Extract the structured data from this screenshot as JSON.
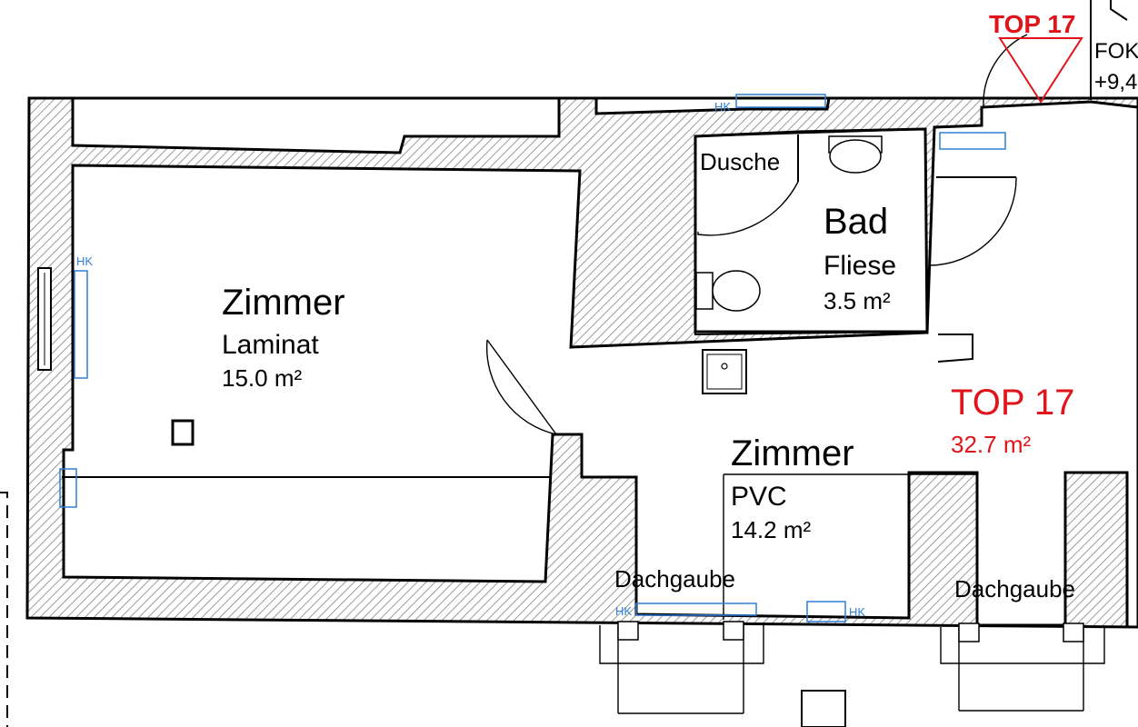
{
  "rooms": [
    {
      "name": "Zimmer",
      "floor": "Laminat",
      "area": "15.0 m²"
    },
    {
      "name": "Zimmer",
      "floor": "PVC",
      "area": "14.2 m²"
    },
    {
      "name": "Bad",
      "floor": "Fliese",
      "area": "3.5 m²"
    }
  ],
  "fixtures": {
    "shower": "Dusche",
    "dormer_1": "Dachgaube",
    "dormer_2": "Dachgaube",
    "radiator": "HK"
  },
  "unit": {
    "label": "TOP 17",
    "area": "32.7 m²",
    "marker": "TOP 17"
  },
  "level": {
    "label": "FOK",
    "value": "+9,4"
  },
  "colors": {
    "accent_red": "#e0141b",
    "radiator_blue": "#2f7fd6",
    "wall_hatch": "#9a9a9a"
  }
}
